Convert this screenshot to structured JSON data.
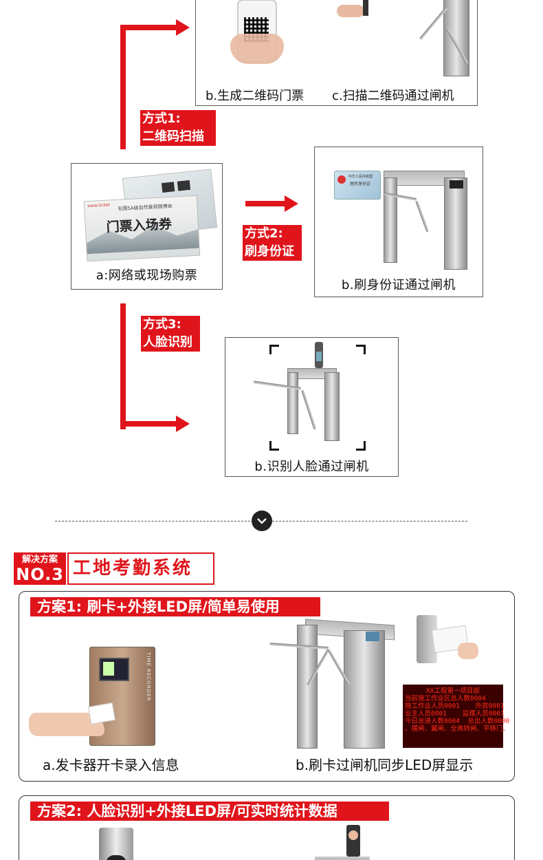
{
  "flow": {
    "top_captions": {
      "b": "b.生成二维码门票",
      "c": "c.扫描二维码通过闸机"
    },
    "method1": {
      "line1": "方式1:",
      "line2": "二维码扫描"
    },
    "method2": {
      "line1": "方式2:",
      "line2": "刷身份证"
    },
    "method3": {
      "line1": "方式3:",
      "line2": "人脸识别"
    },
    "purchase_caption": "a:网络或现场购票",
    "idcard_caption": "b.刷身份证通过闸机",
    "face_caption": "b.识别人脸通过闸机",
    "ticket": {
      "header": "包围5A级自然景观园博会",
      "title": "门票入场券",
      "brand": "www.ticket"
    },
    "id_card": {
      "line1": "中华人民共和国",
      "line2": "居民身份证"
    }
  },
  "solution": {
    "badge_top": "解决方案",
    "badge_no": "NO.3",
    "title": "工地考勤系统"
  },
  "plan1": {
    "title": "方案1: 刷卡+外接LED屏/简单易使用",
    "caption_a": "a.发卡器开卡录入信息",
    "caption_b": "b.刷卡过闸机同步LED屏显示",
    "device_side_text": "TIME RECORDER",
    "led_lines": [
      "XX工程第一项目部",
      "当前施工作业区总人数0004",
      "施工作业人员0001    外宾0001",
      "业主人员0001    监理人员0001",
      "今日总进人数0004  总出人数0000",
      "、摆闸、翼闸、全高转闸、平移门、"
    ]
  },
  "plan2": {
    "title": "方案2: 人脸识别+外接LED屏/可实时统计数据"
  },
  "colors": {
    "accent": "#e0141b",
    "led_bg": "#3a0000",
    "led_text": "#ff2a1a"
  },
  "icons": [
    "chevron-down-icon"
  ]
}
